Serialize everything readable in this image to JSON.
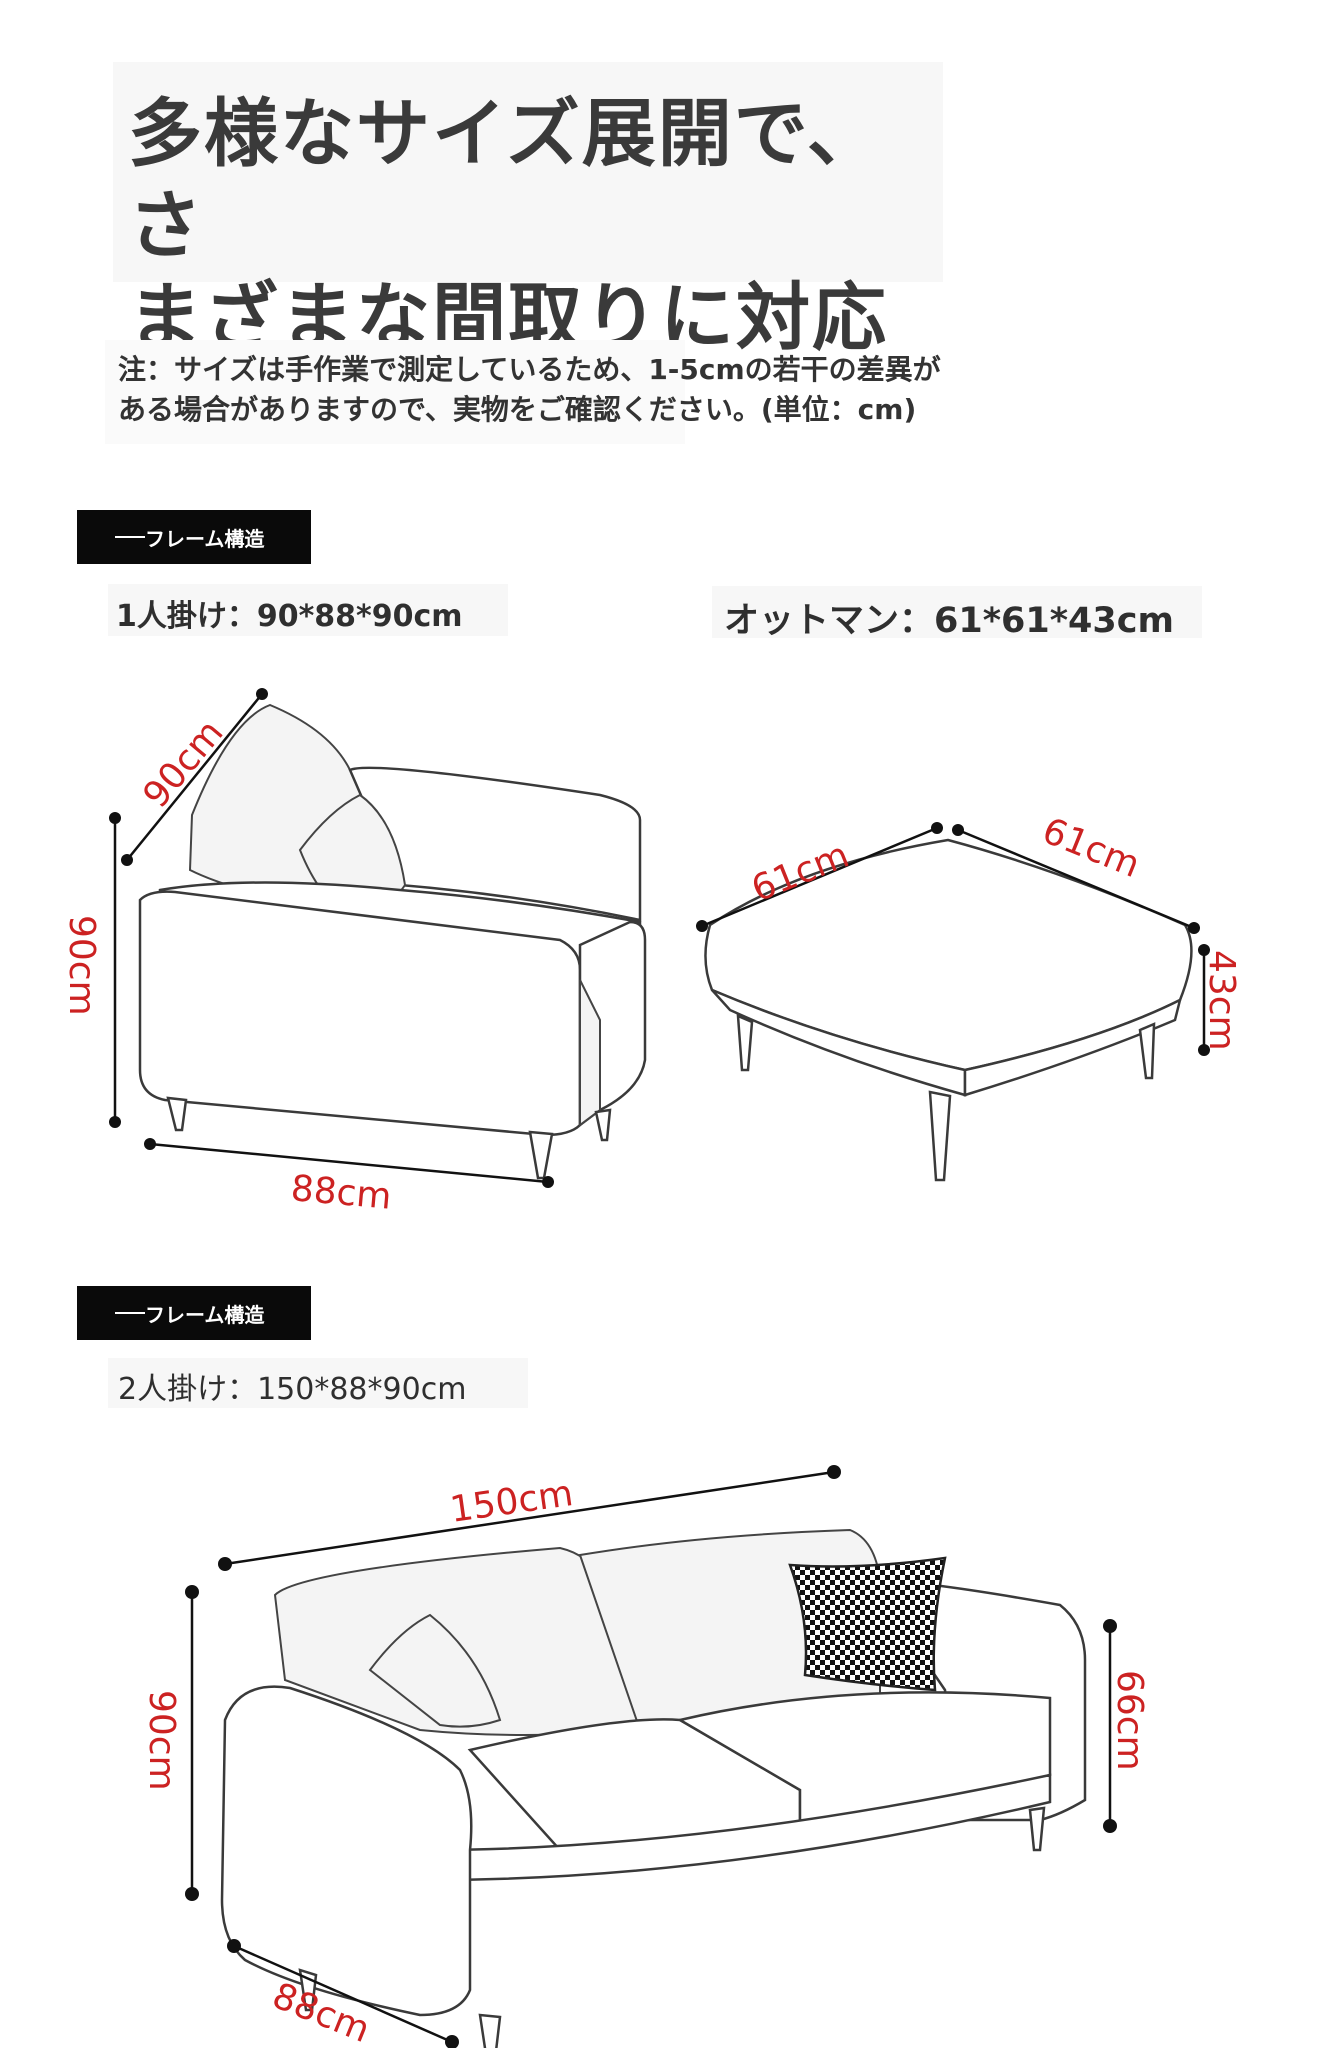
{
  "headline": {
    "line1": "多様なサイズ展開で、さ",
    "line2": "まざまな間取りに対応"
  },
  "note": {
    "line1": "注：サイズは手作業で測定しているため、1-5cmの若干の差異が",
    "line2": "ある場合がありますので、実物をご確認ください。(単位：cm)"
  },
  "section1": {
    "badge": "フレーム構造",
    "chair_spec": "1人掛け：90*88*90cm",
    "ottoman_spec": "オットマン：61*61*43cm"
  },
  "chair_dims": {
    "depth_top": "90cm",
    "height": "90cm",
    "width": "88cm"
  },
  "ottoman_dims": {
    "side_left": "61cm",
    "side_right": "61cm",
    "height": "43cm"
  },
  "section2": {
    "badge": "フレーム構造",
    "sofa_spec": "2人掛け：150*88*90cm"
  },
  "sofa_dims": {
    "width": "150cm",
    "height_left": "90cm",
    "seat_height": "66cm",
    "depth": "88cm"
  }
}
